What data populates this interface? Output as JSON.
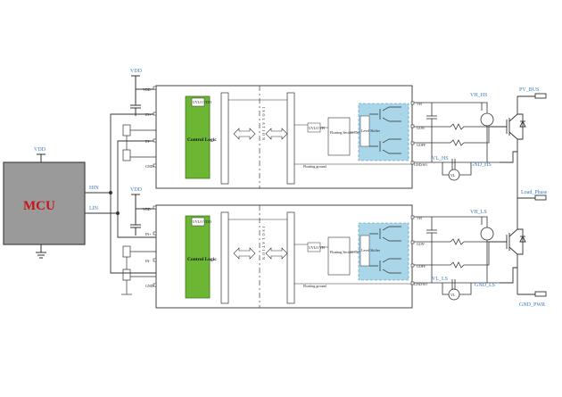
{
  "mcu": {
    "label": "MCU",
    "vdd": "VDD",
    "hin": "HIN",
    "lin": "LIN"
  },
  "driver_top": {
    "vdd": "VDD",
    "pins_left": [
      "IN+",
      "IN-",
      "GND"
    ],
    "control_logic": "Control Logic",
    "uvlo": "UVLO VDD",
    "pins_right": [
      "VH",
      "GON",
      "GOFF",
      "GND/SO"
    ],
    "floating_ground": "Floating ground",
    "uvlo_vh": "UVLO VH",
    "deadtime": "Floating Section Control Logic",
    "level_shifter": "Level Shifter",
    "isolation": "ISOLATION"
  },
  "driver_bottom": {
    "vdd": "VDD",
    "pins_left": [
      "IN+",
      "IN-",
      "GND"
    ],
    "control_logic": "Control Logic",
    "uvlo": "UVLO VDD",
    "pins_right": [
      "VH",
      "GON",
      "GOFF",
      "GND/SO"
    ],
    "floating_ground": "Floating ground",
    "uvlo_vh": "UVLO VH",
    "deadtime": "Floating Section Control Logic",
    "level_shifter": "Level Shifter",
    "isolation": "ISOLATION"
  },
  "power_labels": {
    "vh_top": "VH_HS",
    "vl_top": "VL_HS",
    "gnd_top": "GND_HS",
    "vh_bottom": "VH_LS",
    "vl_bottom": "VL_LS",
    "gnd_bottom": "GND_LS",
    "vl": "VL"
  },
  "rail": {
    "pv_bus": "PV_BUS",
    "load_phase": "Load_Phase",
    "gnd_pwr": "GND_PWR"
  },
  "colors": {
    "mcu_fill": "#9a9a9a",
    "logic_green": "#6cb634",
    "iso_blue": "#a9d6e8",
    "label_blue": "#3b7bbf"
  }
}
